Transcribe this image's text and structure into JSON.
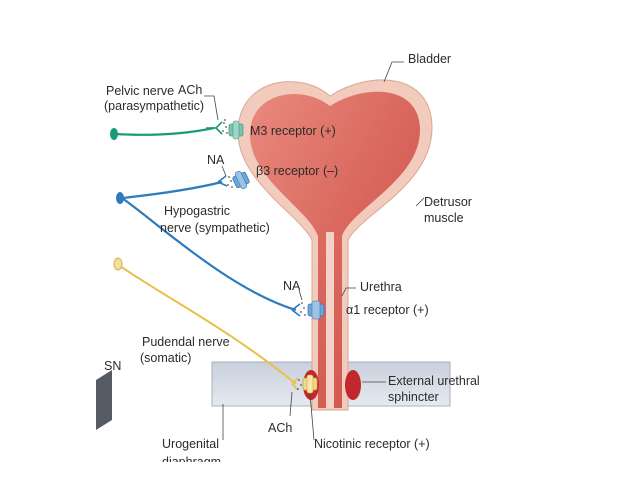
{
  "labels": {
    "bladder": "Bladder",
    "pelvic_nerve_l1": "Pelvic nerve",
    "pelvic_nerve_l2": "(parasympathetic)",
    "ach_top": "ACh",
    "m3_receptor": "M3 receptor (+)",
    "na_top": "NA",
    "b3_receptor": "β3 receptor (–)",
    "hypogastric_l1": "Hypogastric",
    "hypogastric_l2": "nerve (sympathetic)",
    "detrusor_l1": "Detrusor",
    "detrusor_l2": "muscle",
    "urethra": "Urethra",
    "na_mid": "NA",
    "a1_receptor": "α1 receptor (+)",
    "pudendal_l1": "Pudendal nerve",
    "pudendal_l2": "(somatic)",
    "sn": "SN",
    "ext_sphincter_l1": "External urethral",
    "ext_sphincter_l2": "sphincter",
    "urogenital_l1": "Urogenital",
    "urogenital_l2": "diaphragm",
    "ach_bottom": "ACh",
    "nicotinic_receptor": "Nicotinic receptor (+)"
  },
  "colors": {
    "parasympathetic": "#1a9a7a",
    "sympathetic": "#2c7bbd",
    "somatic": "#e9c04a",
    "bladder_fill": "#d9675d",
    "bladder_outline": "#e8b8a8",
    "receptor_m3": "#7cc2b0",
    "receptor_b3": "#6fa6d8",
    "sphincter": "#c0282d"
  }
}
